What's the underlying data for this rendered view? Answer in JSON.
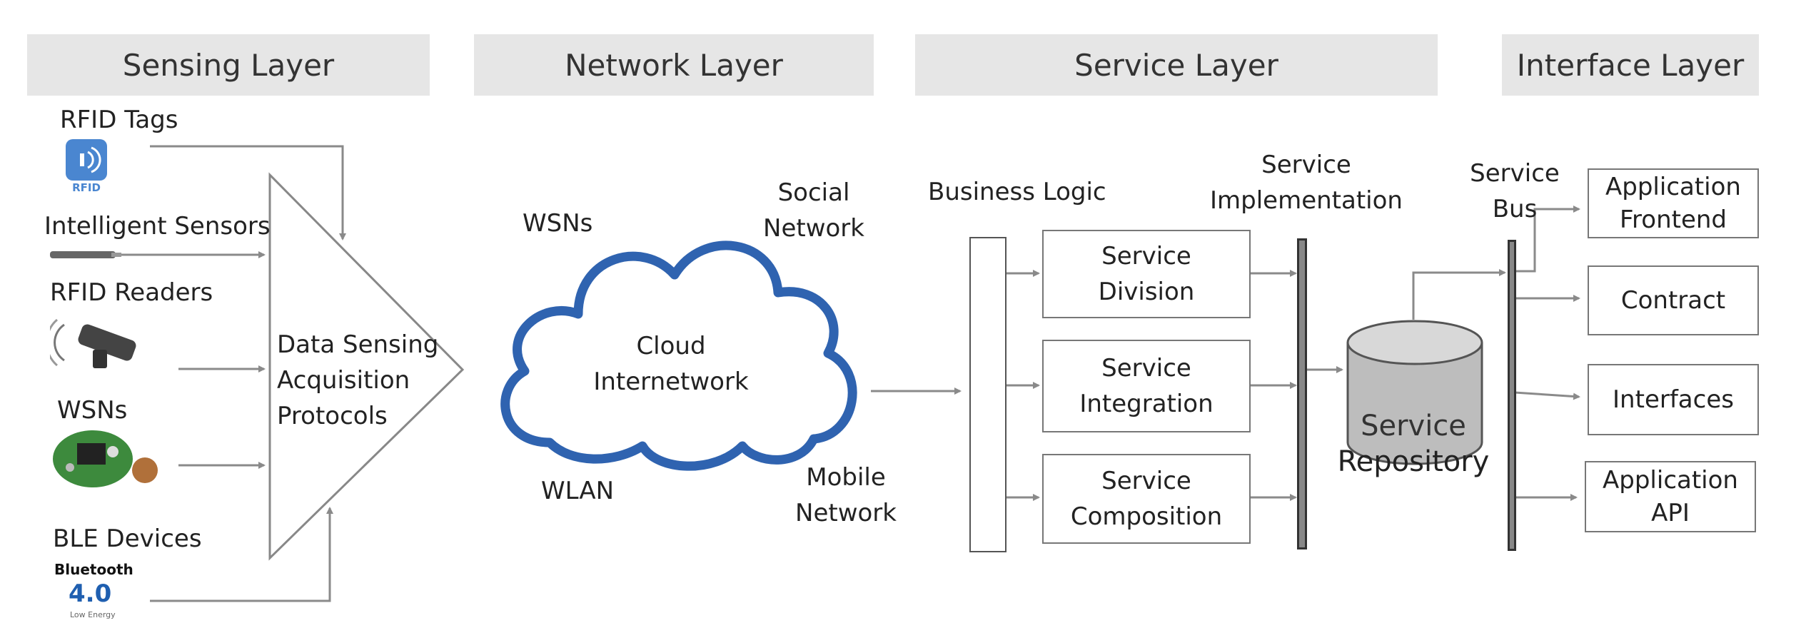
{
  "headers": {
    "sensing": "Sensing Layer",
    "network": "Network Layer",
    "service": "Service Layer",
    "interface": "Interface Layer"
  },
  "sensing": {
    "rfid_tags": "RFID Tags",
    "rfid_icon_text": "RFID",
    "intelligent_sensors": "Intelligent Sensors",
    "rfid_readers": "RFID Readers",
    "wsns": "WSNs",
    "ble_devices": "BLE Devices",
    "bluetooth_word": "Bluetooth",
    "bluetooth_version": "4.0",
    "bluetooth_sub": "Low Energy",
    "protocol_line1": "Data Sensing",
    "protocol_line2": "Acquisition",
    "protocol_line3": "Protocols"
  },
  "network": {
    "wsns": "WSNs",
    "social_line1": "Social",
    "social_line2": "Network",
    "cloud_line1": "Cloud",
    "cloud_line2": "Internetwork",
    "wlan": "WLAN",
    "mobile_line1": "Mobile",
    "mobile_line2": "Network"
  },
  "service": {
    "business_logic": "Business Logic",
    "impl_line1": "Service",
    "impl_line2": "Implementation",
    "division_line1": "Service",
    "division_line2": "Division",
    "integration_line1": "Service",
    "integration_line2": "Integration",
    "composition_line1": "Service",
    "composition_line2": "Composition",
    "repo_line1": "Service",
    "repo_line2": "Repository"
  },
  "interface": {
    "bus_line1": "Service",
    "bus_line2": "Bus",
    "frontend_line1": "Application",
    "frontend_line2": "Frontend",
    "contract": "Contract",
    "interfaces": "Interfaces",
    "api_line1": "Application",
    "api_line2": "API"
  },
  "colors": {
    "header_bg": "#e6e6e6",
    "arrow": "#8a8a8a",
    "cloud_stroke": "#2f63b0",
    "rfid_blue": "#4a86d0",
    "bluetooth_blue": "#1f5fb0"
  },
  "icons": [
    "rfid-tag-icon",
    "sensor-probe-icon",
    "rfid-reader-icon",
    "wsn-board-icon",
    "bluetooth-logo-icon",
    "cloud-icon",
    "database-cylinder-icon"
  ]
}
